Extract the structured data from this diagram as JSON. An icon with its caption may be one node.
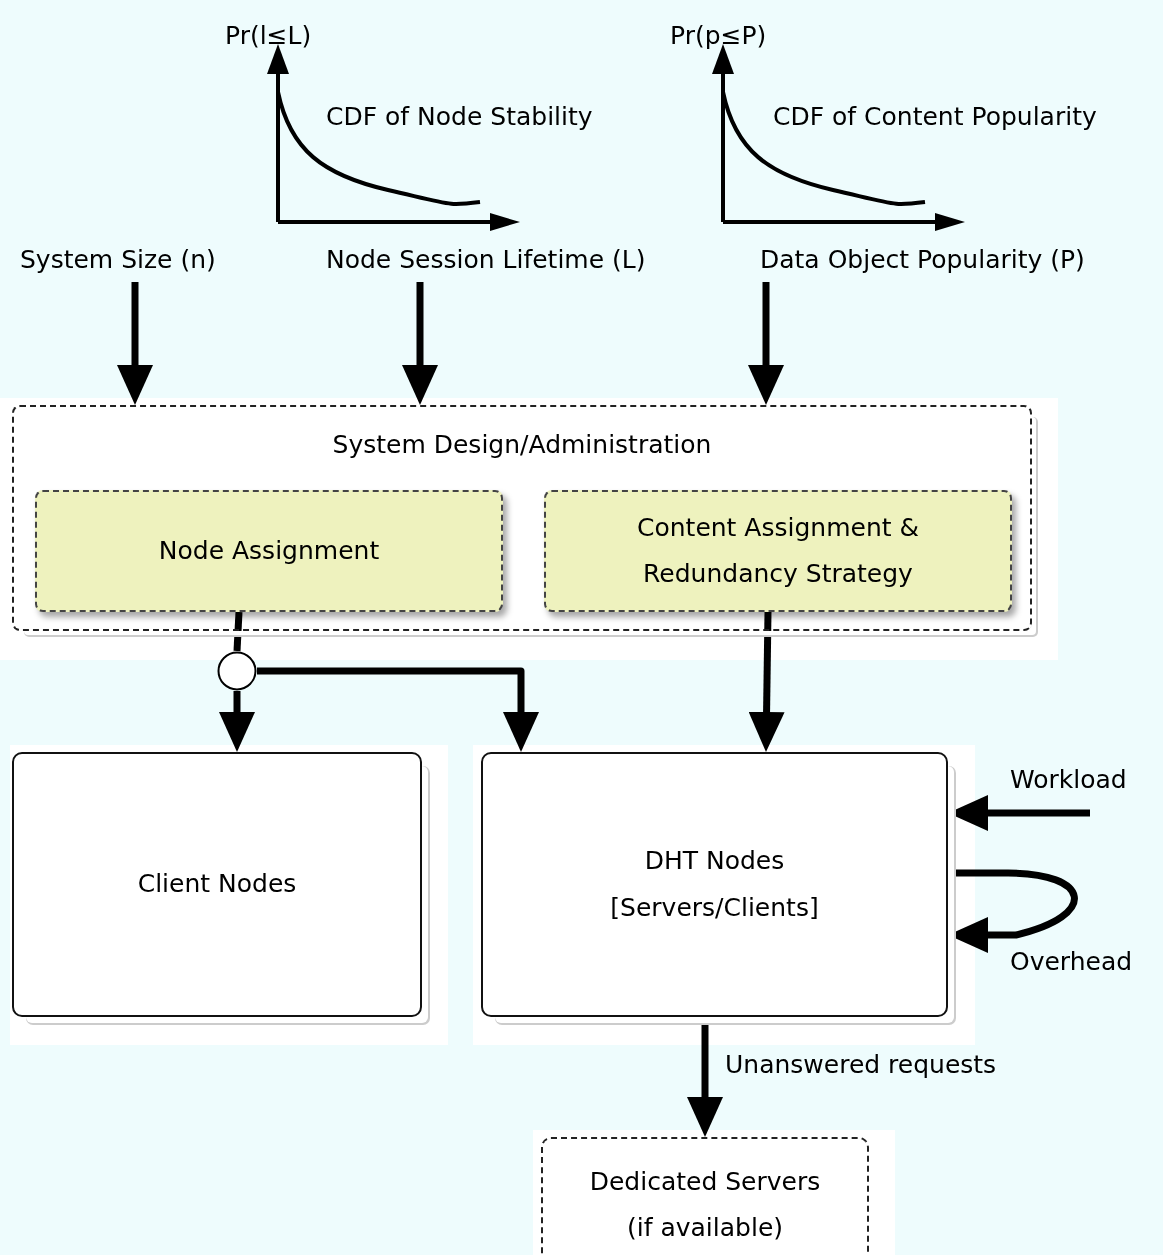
{
  "diagram": {
    "nodes": [
      {
        "text": [
          "System Size (n)"
        ]
      },
      {
        "text": [
          "Node Session Lifetime (L)"
        ]
      },
      {
        "text": [
          "Data Object Popularity (P)"
        ]
      },
      {
        "text": [
          "System Design/Administration"
        ]
      },
      {
        "text": [
          "Node Assignment"
        ],
        "in": 3
      },
      {
        "text": [
          "Content Assignment & Redundancy Strategy"
        ],
        "in": 3
      },
      {
        "text": [],
        "shape": "circle"
      },
      {
        "text": [
          "Client Nodes"
        ]
      },
      {
        "text": [
          "DHT Nodes [Servers/Clients]"
        ]
      },
      {
        "text": [
          "Dedicated Servers (if available)"
        ]
      }
    ],
    "edges": [
      {
        "from": 0,
        "to": 3,
        "arrow": "to"
      },
      {
        "from": 1,
        "to": 3,
        "arrow": "to"
      },
      {
        "from": 2,
        "to": 3,
        "arrow": "to"
      },
      {
        "from": 4,
        "to": 6,
        "arrow": "none"
      },
      {
        "from": 6,
        "to": 7,
        "arrow": "to"
      },
      {
        "from": 6,
        "to": 8,
        "arrow": "to"
      },
      {
        "from": 5,
        "to": 8,
        "arrow": "to"
      },
      {
        "from": null,
        "to": 8,
        "arrow": "to",
        "label": "Workload"
      },
      {
        "from": 8,
        "to": 8,
        "arrow": "to",
        "label": "Overhead"
      },
      {
        "from": 8,
        "to": 9,
        "arrow": "to",
        "label": "Unanswered requests"
      }
    ],
    "labels": [
      "Pr(l≤L)",
      "Pr(p≤P)",
      "CDF of Node Stability",
      "CDF of Content Popularity"
    ]
  }
}
